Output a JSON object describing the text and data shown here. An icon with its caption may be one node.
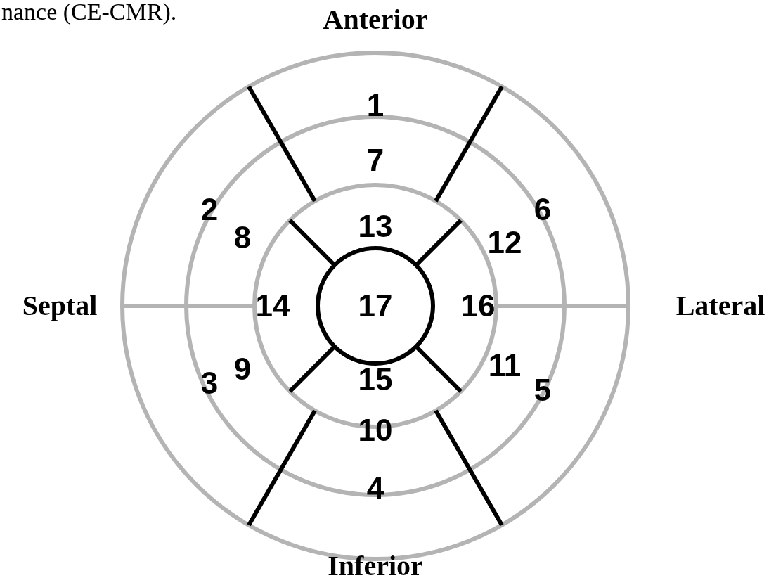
{
  "diagram": {
    "labels": [
      "nance (CE-CMR).",
      "Anterior",
      "1",
      "7",
      "2",
      "6",
      "8",
      "13",
      "12",
      "Septal",
      "14",
      "17",
      "16",
      "Lateral",
      "9",
      "11",
      "3",
      "15",
      "5",
      "10",
      "4",
      "Inferior"
    ]
  }
}
